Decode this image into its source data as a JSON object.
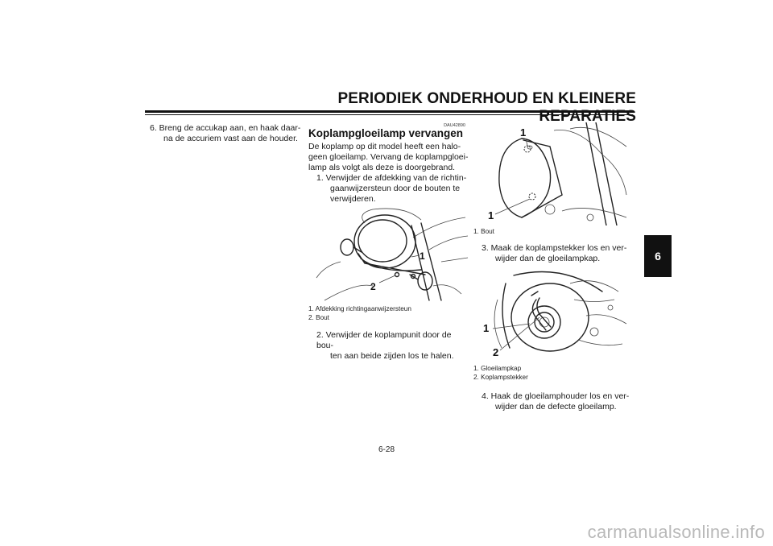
{
  "header": {
    "title": "PERIODIEK ONDERHOUD EN KLEINERE REPARATIES"
  },
  "left_col": {
    "step6_line1": "6.  Breng de accukap aan, en haak daar-",
    "step6_line2": "na de accuriem vast aan de houder."
  },
  "mid_col": {
    "code": "DAU42890",
    "title": "Koplampgloeilamp vervangen",
    "intro": [
      "De koplamp op dit model heeft een halo-",
      "geen gloeilamp. Vervang de koplampgloei-",
      "lamp als volgt als deze is doorgebrand."
    ],
    "step1": [
      "1.  Verwijder de afdekking van de richtin-",
      "gaanwijzersteun door de bouten te",
      "verwijderen."
    ],
    "figure_labels": [
      "1",
      "2"
    ],
    "caption": [
      "1.  Afdekking richtingaanwijzersteun",
      "2.  Bout"
    ],
    "step2": [
      "2.  Verwijder de koplampunit door de bou-",
      "ten aan beide zijden los te halen."
    ]
  },
  "right_col": {
    "figure1_labels": [
      "1",
      "1"
    ],
    "caption1": [
      "1.  Bout"
    ],
    "step3": [
      "3.  Maak de koplampstekker los en ver-",
      "wijder dan de gloeilampkap."
    ],
    "figure2_labels": [
      "1",
      "2"
    ],
    "caption2": [
      "1.  Gloeilampkap",
      "2.  Koplampstekker"
    ],
    "step4": [
      "4.  Haak de gloeilamphouder los en ver-",
      "wijder dan de defecte gloeilamp."
    ]
  },
  "tab": {
    "label": "6"
  },
  "footer": {
    "page_number": "6-28"
  },
  "watermark": {
    "text": "carmanualsonline.info"
  }
}
